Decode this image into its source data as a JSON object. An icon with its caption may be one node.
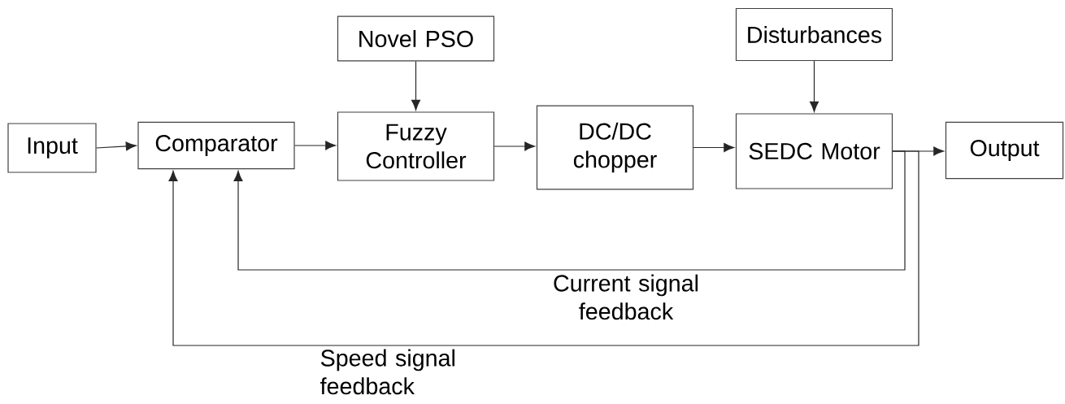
{
  "diagram": {
    "nodes": [
      {
        "text": [
          "Input"
        ]
      },
      {
        "text": [
          "Comparator"
        ]
      },
      {
        "text": [
          "Novel PSO"
        ]
      },
      {
        "text": [
          "Fuzzy Controller"
        ]
      },
      {
        "text": [
          "DC/DC chopper"
        ]
      },
      {
        "text": [
          "Disturbances"
        ]
      },
      {
        "text": [
          "SEDC Motor"
        ]
      },
      {
        "text": [
          "Output"
        ]
      }
    ],
    "edges": [
      {
        "from": 0,
        "to": 1,
        "arrow": "to"
      },
      {
        "from": 1,
        "to": 3,
        "arrow": "to"
      },
      {
        "from": 2,
        "to": 3,
        "arrow": "to"
      },
      {
        "from": 3,
        "to": 4,
        "arrow": "to"
      },
      {
        "from": 4,
        "to": 6,
        "arrow": "to"
      },
      {
        "from": 5,
        "to": 6,
        "arrow": "to"
      },
      {
        "from": 6,
        "to": 7,
        "arrow": "to"
      },
      {
        "from": 6,
        "to": 1,
        "arrow": "to",
        "label": "Current signal feedback"
      },
      {
        "from": 6,
        "to": 1,
        "arrow": "to",
        "label": "Speed signal feedback"
      }
    ]
  }
}
